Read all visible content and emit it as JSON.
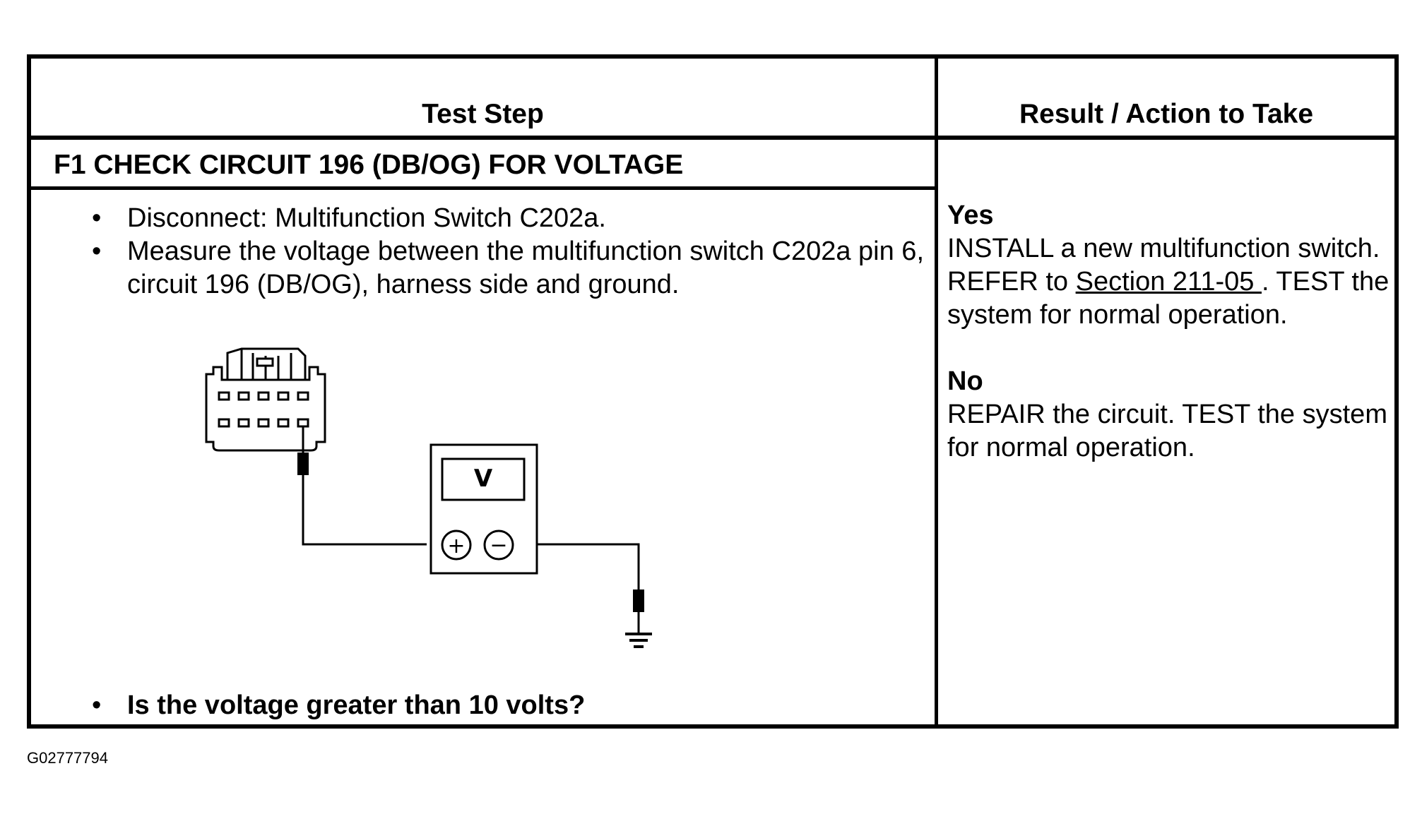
{
  "header": {
    "test_step": "Test Step",
    "result_action": "Result / Action to Take"
  },
  "step": {
    "title": "F1 CHECK CIRCUIT 196 (DB/OG) FOR VOLTAGE",
    "bullets": [
      "Disconnect: Multifunction Switch C202a.",
      "Measure the voltage between the multifunction switch C202a pin 6, circuit 196 (DB/OG), harness side and ground."
    ],
    "question": "Is the voltage greater than 10 volts?"
  },
  "diagram": {
    "meter_label": "V",
    "plus_symbol": "+",
    "minus_symbol": "−"
  },
  "results": {
    "yes_label": "Yes",
    "yes_text_before": "INSTALL a new multifunction switch. REFER to ",
    "yes_link": "Section 211-05 ",
    "yes_text_after": ". TEST the system for normal operation.",
    "no_label": "No",
    "no_text": "REPAIR the circuit. TEST the system for normal operation."
  },
  "figure_id": "G02777794"
}
